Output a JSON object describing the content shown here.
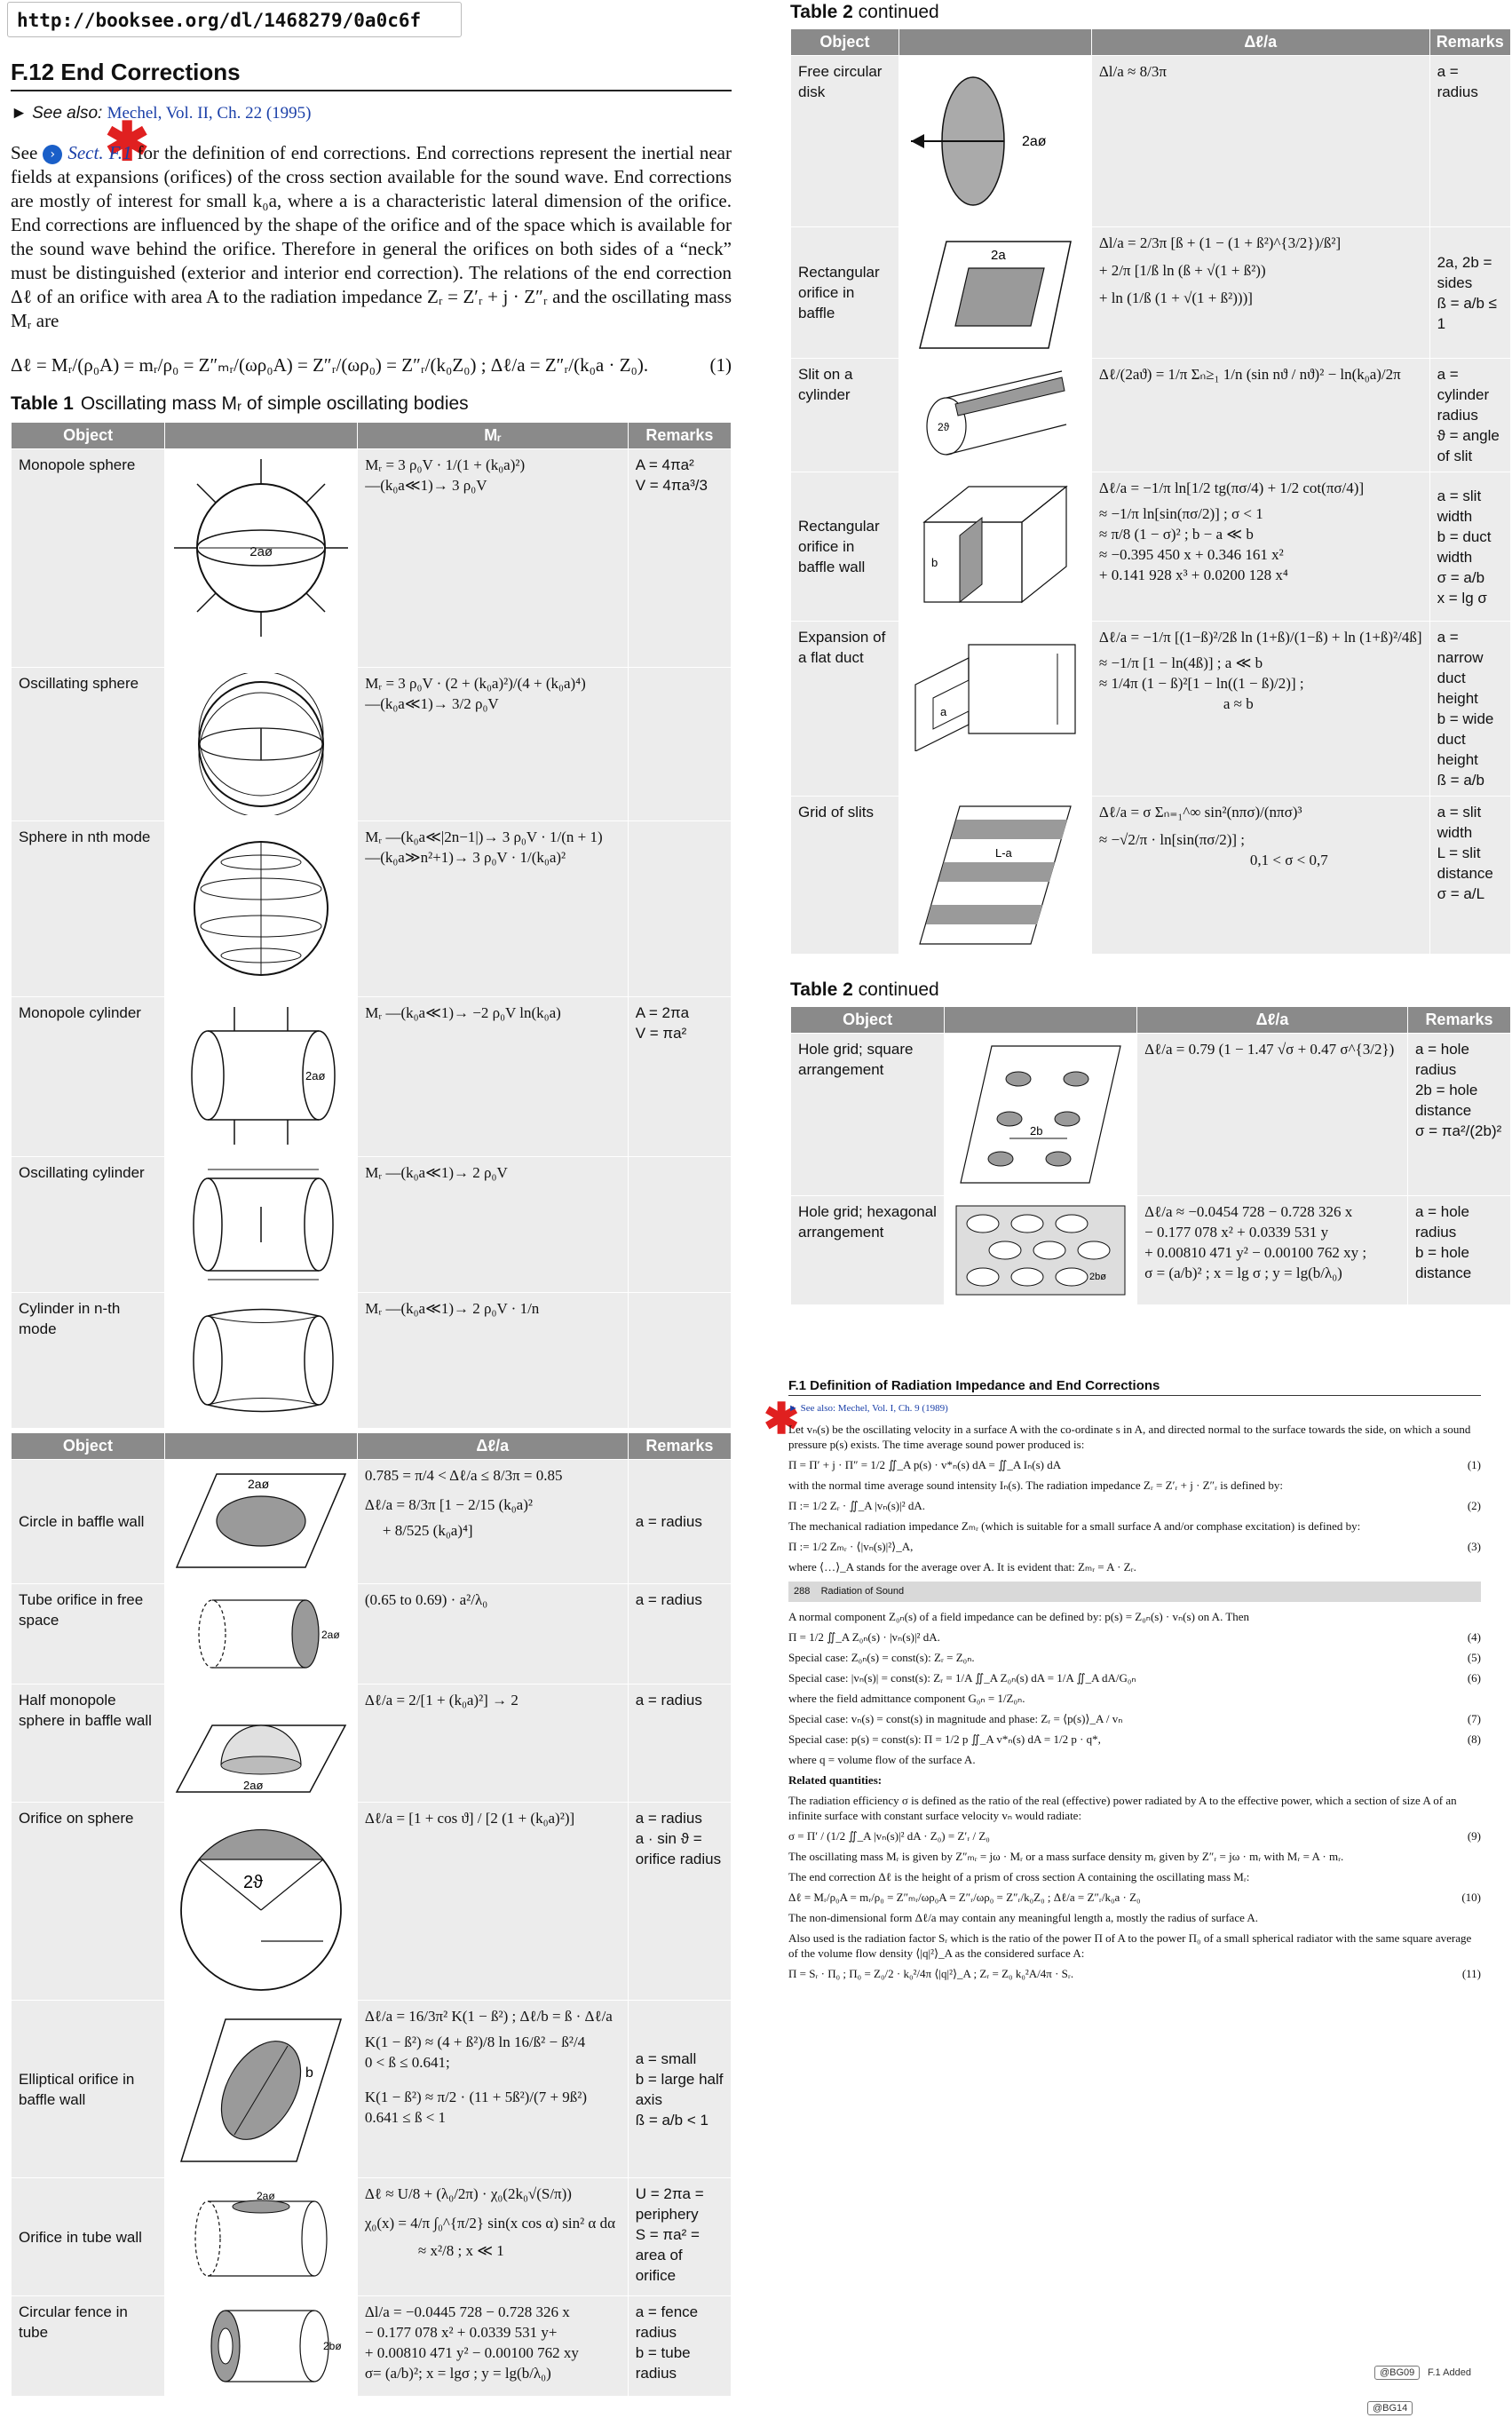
{
  "url": "http://booksee.org/dl/1468279/0a0c6f",
  "section": {
    "title": "F.12   End Corrections",
    "see_also_prefix": "► See also: ",
    "see_also_ref": "Mechel, Vol. II, Ch. 22 (1995)",
    "para_see": "See ",
    "para_link": "Sect. F.1",
    "para_text": " for the definition of end corrections. End corrections represent the inertial near fields at expansions (orifices) of the cross section available for the sound wave. End corrections are mostly of interest for small k₀a, where a is a characteristic lateral dimension of the orifice. End corrections are influenced by the shape of the orifice and of the space which is available for the sound wave behind the orifice. Therefore in general the orifices on both sides of a “neck” must be distinguished (exterior and interior end correction). The relations of the end correction Δℓ of an orifice with area A to the radiation impedance Zᵣ = Z′ᵣ + j · Z″ᵣ and the oscillating mass Mᵣ are",
    "equation": "Δℓ = Mᵣ/(ρ₀A) = mᵣ/ρ₀ = Z″ₘᵣ/(ωρ₀A) = Z″ᵣ/(ωρ₀) = Z″ᵣ/(k₀Z₀)   ;   Δℓ/a = Z″ᵣ/(k₀a · Z₀).",
    "eq_number": "(1)"
  },
  "table1": {
    "caption_label": "Table 1",
    "caption_text": "Oscillating mass Mᵣ of simple oscillating bodies",
    "headers": [
      "Object",
      "",
      "Mᵣ",
      "Remarks"
    ],
    "rows": [
      {
        "object": "Monopole sphere",
        "formula": [
          "Mᵣ = 3 ρ₀V · 1/(1 + (k₀a)²)",
          "—(k₀a≪1)→ 3 ρ₀V"
        ],
        "remarks": "A = 4πa²\nV = 4πa³/3",
        "fig_label": "2aø"
      },
      {
        "object": "Oscillating sphere",
        "formula": [
          "Mᵣ = 3 ρ₀V · (2 + (k₀a)²)/(4 + (k₀a)⁴)",
          "—(k₀a≪1)→ 3/2 ρ₀V"
        ],
        "remarks": "",
        "fig_label": ""
      },
      {
        "object": "Sphere in nth mode",
        "formula": [
          "Mᵣ —(k₀a≪|2n−1|)→ 3 ρ₀V · 1/(n + 1)",
          "—(k₀a≫n²+1)→ 3 ρ₀V · 1/(k₀a)²"
        ],
        "remarks": "",
        "fig_label": ""
      },
      {
        "object": "Monopole cylinder",
        "formula": [
          "Mᵣ —(k₀a≪1)→ −2 ρ₀V ln(k₀a)"
        ],
        "remarks": "A = 2πa\nV = πa²",
        "fig_label": "2aø"
      },
      {
        "object": "Oscillating cylinder",
        "formula": [
          "Mᵣ —(k₀a≪1)→ 2 ρ₀V"
        ],
        "remarks": "",
        "fig_label": ""
      },
      {
        "object": "Cylinder in n-th mode",
        "formula": [
          "Mᵣ —(k₀a≪1)→ 2 ρ₀V · 1/n"
        ],
        "remarks": "",
        "fig_label": ""
      }
    ]
  },
  "table2a": {
    "headers": [
      "Object",
      "",
      "Δℓ/a",
      "Remarks"
    ],
    "rows": [
      {
        "object": "Circle in baffle wall",
        "formula": [
          "0.785 = π/4 < Δℓ/a ≤ 8/3π = 0.85",
          "Δℓ/a = 8/3π [1 − 2/15 (k₀a)²",
          "+ 8/525 (k₀a)⁴]"
        ],
        "remarks": "a = radius",
        "fig_label": "2aø"
      },
      {
        "object": "Tube orifice in free space",
        "formula": [
          "(0.65 to 0.69) · a²/λ₀"
        ],
        "remarks": "a = radius",
        "fig_label": "2aø"
      },
      {
        "object": "Half monopole sphere in baffle wall",
        "formula": [
          "Δℓ/a = 2/[1 + (k₀a)²] → 2"
        ],
        "remarks": "a = radius",
        "fig_label": "2aø"
      },
      {
        "object": "Orifice on sphere",
        "formula": [
          "Δℓ/a = [1 + cos ϑ] / [2 (1 + (k₀a)²)]"
        ],
        "remarks": "a = radius\na · sin ϑ = orifice radius",
        "fig_label": "2ϑ"
      },
      {
        "object": "Elliptical orifice in baffle wall",
        "formula": [
          "Δℓ/a = 16/3π² K(1 − ß²) ;  Δℓ/b = ß · Δℓ/a",
          "K(1 − ß²) ≈ (4 + ß²)/8 ln 16/ß² − ß²/4",
          "0 < ß ≤ 0.641;",
          "K(1 − ß²) ≈ π/2 · (11 + 5ß²)/(7 + 9ß²)",
          "0.641 ≤ ß < 1"
        ],
        "remarks": "a = small\nb = large half axis\nß = a/b < 1",
        "fig_label": "b"
      },
      {
        "object": "Orifice in tube wall",
        "formula": [
          "Δℓ ≈ U/8 + (λ₀/2π) · χ₀(2k₀√(S/π))",
          "χ₀(x) = 4/π ∫₀^{π/2} sin(x cos α) sin² α dα",
          "≈ x²/8 ; x ≪ 1"
        ],
        "remarks": "U = 2πa = periphery\nS = πa² = area of orifice",
        "fig_label": "2aø"
      },
      {
        "object": "Circular fence in tube",
        "formula": [
          "Δl/a = −0.0445 728 − 0.728 326 x",
          "− 0.177 078 x² + 0.0339 531 y+",
          "+ 0.00810 471 y² − 0.00100 762 xy",
          "σ= (a/b)²; x = lgσ ; y = lg(b/λ₀)"
        ],
        "remarks": "a = fence radius\nb = tube radius",
        "fig_label": "2bø"
      }
    ]
  },
  "table2b": {
    "caption_label": "Table 2",
    "caption_text": "continued",
    "headers": [
      "Object",
      "",
      "Δℓ/a",
      "Remarks"
    ],
    "rows": [
      {
        "object": "Free circular disk",
        "formula": [
          "Δl/a ≈ 8/3π"
        ],
        "remarks": "a = radius",
        "fig_label": "2aø"
      },
      {
        "object": "Rectangular orifice in baffle",
        "formula": [
          "Δl/a = 2/3π [ß + (1 − (1 + ß²)^{3/2})/ß²]",
          "+ 2/π [1/ß ln (ß + √(1 + ß²))",
          "+ ln (1/ß (1 + √(1 + ß²)))]"
        ],
        "remarks": "2a, 2b = sides\nß = a/b ≤ 1",
        "fig_label": "2a"
      },
      {
        "object": "Slit on a cylinder",
        "formula": [
          "Δℓ/(2aϑ) = 1/π Σₙ≥₁ 1/n (sin nϑ / nϑ)² − ln(k₀a)/2π"
        ],
        "remarks": "a = cylinder radius\nϑ = angle of slit",
        "fig_label": "2ϑ"
      },
      {
        "object": "Rectangular orifice in baffle wall",
        "formula": [
          "Δℓ/a = −1/π ln[1/2 tg(πσ/4) + 1/2 cot(πσ/4)]",
          "≈ −1/π ln[sin(πσ/2)] ; σ < 1",
          "≈ π/8 (1 − σ)² ; b − a ≪ b",
          "≈ −0.395 450 x + 0.346 161 x²",
          "+ 0.141 928 x³ + 0.0200 128 x⁴"
        ],
        "remarks": "a = slit width\nb = duct width\nσ = a/b\nx = lg σ",
        "fig_label": "b"
      },
      {
        "object": "Expansion of a flat duct",
        "formula": [
          "Δℓ/a = −1/π [(1−ß)²/2ß ln (1+ß)/(1−ß) + ln (1+ß)²/4ß]",
          "≈ −1/π [1 − ln(4ß)] ; a ≪ b",
          "≈ 1/4π (1 − ß)²[1 − ln((1 − ß)/2)] ;",
          "a ≈ b"
        ],
        "remarks": "a = narrow duct height\nb = wide duct height\nß = a/b",
        "fig_label": "a"
      },
      {
        "object": "Grid of slits",
        "formula": [
          "Δℓ/a = σ Σₙ₌₁^∞ sin²(nπσ)/(nπσ)³",
          "≈ −√2/π · ln[sin(πσ/2)] ;",
          "0,1 < σ < 0,7"
        ],
        "remarks": "a = slit width\nL = slit distance\nσ = a/L",
        "fig_label": "L-a"
      }
    ]
  },
  "table2c": {
    "caption_label": "Table 2",
    "caption_text": "continued",
    "headers": [
      "Object",
      "",
      "Δℓ/a",
      "Remarks"
    ],
    "rows": [
      {
        "object": "Hole grid; square arrangement",
        "formula": [
          "Δℓ/a = 0.79 (1 − 1.47 √σ + 0.47 σ^{3/2})"
        ],
        "remarks": "a = hole radius\n2b = hole distance\nσ = πa²/(2b)²",
        "fig_label": "2b"
      },
      {
        "object": "Hole grid; hexagonal arrangement",
        "formula": [
          "Δℓ/a ≈ −0.0454 728 − 0.728 326 x",
          "− 0.177 078 x² + 0.0339 531 y",
          "+ 0.00810 471 y² − 0.00100 762 xy ;",
          "σ = (a/b)² ; x = lg σ ; y = lg(b/λ₀)"
        ],
        "remarks": "a = hole radius\nb = hole distance",
        "fig_label": "2bø"
      }
    ]
  },
  "embedded": {
    "title": "F.1   Definition of Radiation Impedance and End Corrections",
    "see_also": "► See also: Mechel, Vol. I, Ch. 9 (1989)",
    "p1": "Let vₙ(s) be the oscillating velocity in a surface A with the co-ordinate s in A, and directed normal to the surface towards the side, on which a sound pressure p(s) exists. The time average sound power produced is:",
    "e1": "Π = Π′ + j · Π″ = 1/2 ∬_A p(s) · v*ₙ(s) dA = ∬_A Iₙ(s) dA",
    "n1": "(1)",
    "p2": "with the normal time average sound intensity Iₙ(s). The radiation impedance Zᵣ = Z′ᵣ + j · Z″ᵣ is defined by:",
    "e2": "Π := 1/2 Zᵣ · ∬_A |vₙ(s)|² dA.",
    "n2": "(2)",
    "p3": "The mechanical radiation impedance Zₘᵣ (which is suitable for a small surface A and/or comphase excitation) is defined by:",
    "e3": "Π := 1/2 Zₘᵣ · ⟨|vₙ(s)|²⟩_A,",
    "n3": "(3)",
    "p4": "where ⟨…⟩_A stands for the average over A. It is evident that: Zₘᵣ = A · Zᵣ.",
    "page_num": "288",
    "page_head": "Radiation of Sound",
    "p5": "A normal component Z₀ₙ(s) of a field impedance can be defined by: p(s) = Z₀ₙ(s) · vₙ(s) on A. Then",
    "e4": "Π = 1/2 ∬_A Z₀ₙ(s) · |vₙ(s)|² dA.",
    "n4": "(4)",
    "e5": "Special case:   Z₀ₙ(s) = const(s):   Zᵣ = Z₀ₙ.",
    "n5": "(5)",
    "e6": "Special case:   |vₙ(s)| = const(s):   Zᵣ = 1/A ∬_A Z₀ₙ(s) dA = 1/A ∬_A dA/G₀ₙ",
    "n6": "(6)",
    "p6": "where the field admittance component G₀ₙ = 1/Z₀ₙ.",
    "e7": "Special case:   vₙ(s) = const(s) in magnitude and phase: Zᵣ = ⟨p(s)⟩_A / vₙ",
    "n7": "(7)",
    "e8": "Special case:   p(s) = const(s):   Π = 1/2 p ∬_A v*ₙ(s) dA = 1/2 p · q*,",
    "n8": "(8)",
    "p7": "where q = volume flow of the surface A.",
    "p8": "Related quantities:",
    "p9": "The radiation efficiency σ is defined as the ratio of the real (effective) power radiated by A to the effective power, which a section of size A of an infinite surface with constant surface velocity vₙ would radiate:",
    "e9": "σ = Π′ / (1/2 ∬_A |vₙ(s)|² dA · Z₀) = Z′ᵣ / Z₀",
    "n9": "(9)",
    "p10": "The oscillating mass Mᵣ is given by Z″ₘᵣ = jω · Mᵣ or a mass surface density mᵣ given by Z″ᵣ = jω · mᵣ with Mᵣ = A · mᵣ.",
    "p11": "The end correction Δℓ is the height of a prism of cross section A containing the oscillating mass Mᵣ:",
    "e10": "Δℓ = Mᵣ/ρ₀A = mᵣ/ρ₀ = Z″ₘᵣ/ωρ₀A = Z″ᵣ/ωρ₀ = Z″ᵣ/k₀Z₀   ;   Δℓ/a = Z″ᵣ/k₀a · Z₀",
    "n10": "(10)",
    "p12": "The non-dimensional form Δℓ/a may contain any meaningful length a, mostly the radius of surface A.",
    "p13": "Also used is the radiation factor Sᵣ which is the ratio of the power Π of A to the power Π₀ of a small spherical radiator with the same square average of the volume flow density ⟨|q|²⟩_A as the considered surface A:",
    "e11": "Π = Sᵣ · Π₀   ;   Π₀ = Z₀/2 · k₀²/4π ⟨|q|²⟩_A   ;   Zᵣ = Z₀ k₀²A/4π · Sᵣ.",
    "n11": "(11)"
  },
  "annotations": {
    "note1": "@BG09",
    "note2": "F.1 Added",
    "note3": "@BG14"
  },
  "colors": {
    "header_bg": "#8a8a8a",
    "cell_bg": "#ececec",
    "link": "#1a3fa8",
    "star": "#e02020"
  }
}
